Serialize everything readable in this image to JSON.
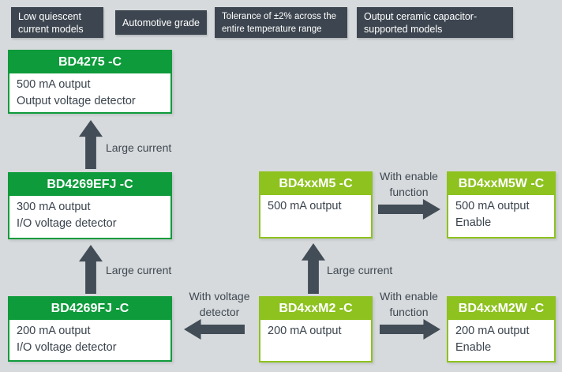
{
  "palette": {
    "dark_green": "#0e9b3b",
    "lime_green": "#8dc21f",
    "tag_slate": "#3d4650",
    "arrow_slate": "#434d57",
    "background": "#d7dadc",
    "body_text": "#3a434d",
    "tag_text": "#ffffff"
  },
  "tags": [
    {
      "label": "Low quiescent current models"
    },
    {
      "label": "Automotive grade"
    },
    {
      "label": "Tolerance of ±2% across the entire temperature range"
    },
    {
      "label": "Output ceramic capacitor-supported models"
    }
  ],
  "boxes": [
    {
      "title": "BD4275 -C",
      "variant": "dark",
      "lines": [
        "500 mA output",
        "Output voltage detector"
      ]
    },
    {
      "title": "BD4269EFJ -C",
      "variant": "dark",
      "lines": [
        "300 mA output",
        "I/O voltage detector"
      ]
    },
    {
      "title": "BD4269FJ -C",
      "variant": "dark",
      "lines": [
        "200 mA output",
        "I/O voltage detector"
      ]
    },
    {
      "title": "BD4xxM5 -C",
      "variant": "lime",
      "lines": [
        "500 mA output"
      ]
    },
    {
      "title": "BD4xxM2 -C",
      "variant": "lime",
      "lines": [
        "200 mA output"
      ]
    },
    {
      "title": "BD4xxM5W -C",
      "variant": "lime",
      "lines": [
        "500 mA output",
        "Enable"
      ]
    },
    {
      "title": "BD4xxM2W -C",
      "variant": "lime",
      "lines": [
        "200 mA output",
        "Enable"
      ]
    }
  ],
  "arrows": [
    {
      "from": "BD4269EFJ -C",
      "to": "BD4275 -C",
      "direction": "up",
      "label": "Large current"
    },
    {
      "from": "BD4269FJ -C",
      "to": "BD4269EFJ -C",
      "direction": "up",
      "label": "Large current"
    },
    {
      "from": "BD4xxM2 -C",
      "to": "BD4xxM5 -C",
      "direction": "up",
      "label": "Large current"
    },
    {
      "from": "BD4xxM5 -C",
      "to": "BD4xxM5W -C",
      "direction": "right",
      "label": "With enable function"
    },
    {
      "from": "BD4xxM2 -C",
      "to": "BD4xxM2W -C",
      "direction": "right",
      "label": "With enable function"
    },
    {
      "from": "BD4xxM2 -C",
      "to": "BD4269FJ -C",
      "direction": "left",
      "label": "With voltage detector"
    }
  ]
}
